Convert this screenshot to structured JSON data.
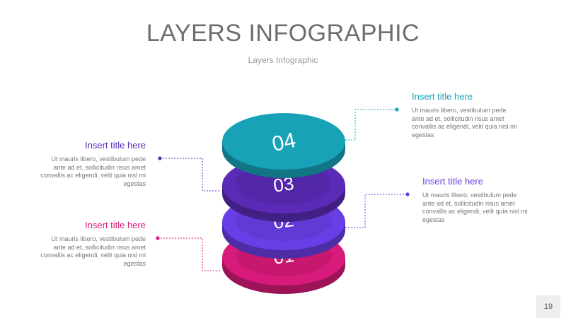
{
  "header": {
    "title": "LAYERS INFOGRAPHIC",
    "subtitle": "Layers Infographic"
  },
  "layers": [
    {
      "label": "01",
      "color": "#d81b7a"
    },
    {
      "label": "02",
      "color": "#6a3ee6"
    },
    {
      "label": "03",
      "color": "#5b2bb8"
    },
    {
      "label": "04",
      "color": "#17a2b8"
    }
  ],
  "callouts": {
    "top_right": {
      "title": "Insert title here",
      "body": "Ut mauris libero, vestibulum pede ante ad et, sollicitudin risus amet convallis ac eligendi, velit quia nisl mi egestas",
      "color": "#17a2b8"
    },
    "mid_right": {
      "title": "Insert title here",
      "body": "Ut mauris libero, vestibulum pede ante ad et, sollicitudin risus amet convallis ac eligendi, velit quia nisl mi egestas",
      "color": "#6a3ee6"
    },
    "mid_left": {
      "title": "Insert title here",
      "body": "Ut mauris libero, vestibulum pede ante ad et, sollicitudin risus amet convallis ac eligendi, velit quia nisl mi egestas",
      "color": "#5b2bb8"
    },
    "bottom_left": {
      "title": "Insert title here",
      "body": "Ut mauris libero, vestibulum pede ante ad et, sollicitudin risus amet convallis ac eligendi, velit quia nisl mi egestas",
      "color": "#d81b7a"
    }
  },
  "footer": {
    "page_number": "19"
  }
}
